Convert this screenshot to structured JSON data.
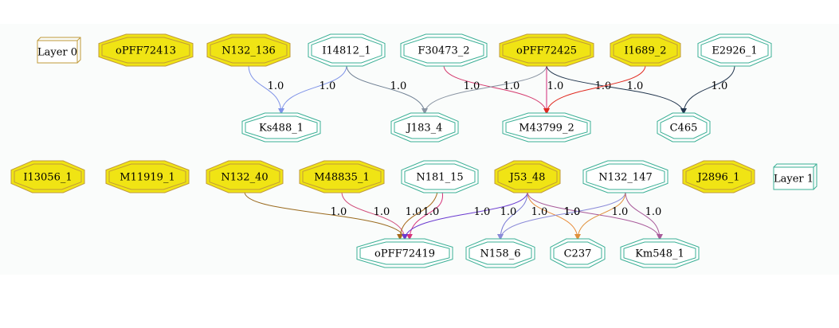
{
  "colors": {
    "yellow_fill": "#f0e414",
    "yellow_stroke": "#c09a3a",
    "teal_stroke": "#3aaf95",
    "white_fill": "#ffffff"
  },
  "layers": [
    {
      "legend": {
        "id": "layer0",
        "label": "Layer 0",
        "color": "#c09a3a"
      },
      "sources": [
        {
          "id": "oPFF72413",
          "label": "oPFF72413",
          "style": "yellow"
        },
        {
          "id": "N132_136",
          "label": "N132_136",
          "style": "yellow"
        },
        {
          "id": "I14812_1",
          "label": "I14812_1",
          "style": "teal"
        },
        {
          "id": "F30473_2",
          "label": "F30473_2",
          "style": "teal"
        },
        {
          "id": "oPFF72425",
          "label": "oPFF72425",
          "style": "yellow"
        },
        {
          "id": "I1689_2",
          "label": "I1689_2",
          "style": "yellow"
        },
        {
          "id": "E2926_1",
          "label": "E2926_1",
          "style": "teal"
        }
      ],
      "targets": [
        {
          "id": "Ks488_1",
          "label": "Ks488_1"
        },
        {
          "id": "J183_4",
          "label": "J183_4"
        },
        {
          "id": "M43799_2",
          "label": "M43799_2"
        },
        {
          "id": "C465",
          "label": "C465"
        }
      ],
      "edges": [
        {
          "from": "N132_136",
          "to": "Ks488_1",
          "label": "1.0",
          "color": "#7f93e8"
        },
        {
          "from": "I14812_1",
          "to": "Ks488_1",
          "label": "1.0",
          "color": "#7f93e8"
        },
        {
          "from": "I14812_1",
          "to": "J183_4",
          "label": "1.0",
          "color": "#6e7f93"
        },
        {
          "from": "F30473_2",
          "to": "M43799_2",
          "label": "1.0",
          "color": "#d43a6e"
        },
        {
          "from": "oPFF72425",
          "to": "J183_4",
          "label": "1.0",
          "color": "#8a95a3"
        },
        {
          "from": "oPFF72425",
          "to": "M43799_2",
          "label": "1.0",
          "color": "#d12a7a"
        },
        {
          "from": "oPFF72425",
          "to": "C465",
          "label": "1.0",
          "color": "#22364e"
        },
        {
          "from": "I1689_2",
          "to": "M43799_2",
          "label": "1.0",
          "color": "#e0281e"
        },
        {
          "from": "E2926_1",
          "to": "C465",
          "label": "1.0",
          "color": "#22364e"
        }
      ]
    },
    {
      "legend": {
        "id": "layer1",
        "label": "Layer 1",
        "color": "#3aaf95"
      },
      "sources": [
        {
          "id": "I13056_1",
          "label": "I13056_1",
          "style": "yellow"
        },
        {
          "id": "M11919_1",
          "label": "M11919_1",
          "style": "yellow"
        },
        {
          "id": "N132_40",
          "label": "N132_40",
          "style": "yellow"
        },
        {
          "id": "M48835_1",
          "label": "M48835_1",
          "style": "yellow"
        },
        {
          "id": "N181_15",
          "label": "N181_15",
          "style": "teal"
        },
        {
          "id": "J53_48",
          "label": "J53_48",
          "style": "yellow"
        },
        {
          "id": "N132_147",
          "label": "N132_147",
          "style": "teal"
        },
        {
          "id": "J2896_1",
          "label": "J2896_1",
          "style": "yellow"
        }
      ],
      "targets": [
        {
          "id": "oPFF72419",
          "label": "oPFF72419"
        },
        {
          "id": "N158_6",
          "label": "N158_6"
        },
        {
          "id": "C237",
          "label": "C237"
        },
        {
          "id": "Km548_1",
          "label": "Km548_1"
        }
      ],
      "edges": [
        {
          "from": "N132_40",
          "to": "oPFF72419",
          "label": "1.0",
          "color": "#9a6a1e"
        },
        {
          "from": "M48835_1",
          "to": "oPFF72419",
          "label": "1.0",
          "color": "#d04a78"
        },
        {
          "from": "N181_15",
          "to": "oPFF72419",
          "label": "1.0",
          "color": "#a66a1a"
        },
        {
          "from": "N181_15",
          "to": "oPFF72419",
          "label": "1.0",
          "color": "#d6337a"
        },
        {
          "from": "J53_48",
          "to": "oPFF72419",
          "label": "1.0",
          "color": "#6a3ad0"
        },
        {
          "from": "J53_48",
          "to": "N158_6",
          "label": "1.0",
          "color": "#7a7ad6"
        },
        {
          "from": "J53_48",
          "to": "C237",
          "label": "1.0",
          "color": "#e88a38"
        },
        {
          "from": "J53_48",
          "to": "Km548_1",
          "label": "1.0",
          "color": "#a85a9a"
        },
        {
          "from": "N132_147",
          "to": "N158_6",
          "label": "1.0",
          "color": "#8a8ad8"
        },
        {
          "from": "N132_147",
          "to": "C237",
          "label": "1.0",
          "color": "#e0903a"
        },
        {
          "from": "N132_147",
          "to": "Km548_1",
          "label": "1.0",
          "color": "#a85a9a"
        }
      ]
    }
  ]
}
